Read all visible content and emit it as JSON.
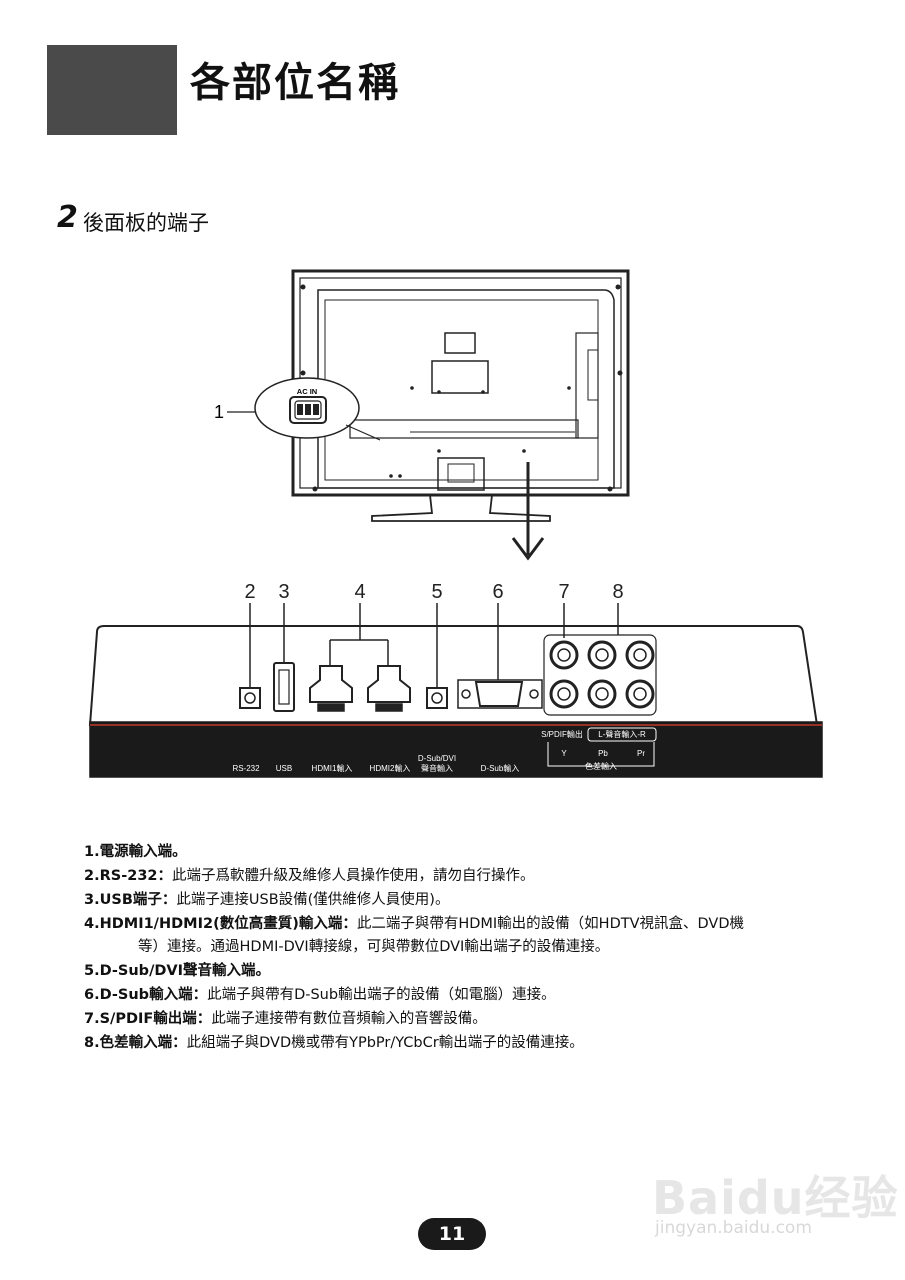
{
  "header": {
    "title": "各部位名稱"
  },
  "section": {
    "number": "2",
    "title": "後面板的端子"
  },
  "tv_back": {
    "ac_in_label": "AC IN",
    "callout_number": "1"
  },
  "panel": {
    "numbers": [
      "2",
      "3",
      "4",
      "5",
      "6",
      "7",
      "8"
    ],
    "port_labels": {
      "rs232": "RS-232",
      "usb": "USB",
      "hdmi1": "HDMI1輸入",
      "hdmi2": "HDMI2輸入",
      "dsub_dvi_line1": "D-Sub/DVI",
      "dsub_dvi_line2": "聲音輸入",
      "dsub": "D-Sub輸入",
      "spdif": "S/PDIF輸出",
      "audio_lr": "L-聲音輸入-R",
      "y": "Y",
      "pb": "Pb",
      "pr": "Pr",
      "component": "色差輸入"
    }
  },
  "descriptions": [
    {
      "head": "1.電源輸入端。",
      "body": ""
    },
    {
      "head": "2.RS-232：",
      "body": "此端子爲軟體升級及維修人員操作使用，請勿自行操作。"
    },
    {
      "head": "3.USB端子：",
      "body": "此端子連接USB設備(僅供維修人員使用)。"
    },
    {
      "head": "4.HDMI1/HDMI2(數位高畫質)輸入端：",
      "body": "此二端子與帶有HDMI輸出的設備（如HDTV視訊盒、DVD機"
    },
    {
      "head": "",
      "body": "等）連接。通過HDMI-DVI轉接線，可與帶數位DVI輸出端子的設備連接。"
    },
    {
      "head": "5.D-Sub/DVI聲音輸入端。",
      "body": ""
    },
    {
      "head": "6.D-Sub輸入端：",
      "body": "此端子與帶有D-Sub輸出端子的設備（如電腦）連接。"
    },
    {
      "head": "7.S/PDIF輸出端：",
      "body": "此端子連接帶有數位音頻輸入的音響設備。"
    },
    {
      "head": "8.色差輸入端：",
      "body": "此組端子與DVD機或帶有YPbPr/YCbCr輸出端子的設備連接。"
    }
  ],
  "footer": {
    "page_number": "11"
  },
  "watermark": {
    "brand": "Baidu经验",
    "url": "jingyan.baidu.com"
  }
}
